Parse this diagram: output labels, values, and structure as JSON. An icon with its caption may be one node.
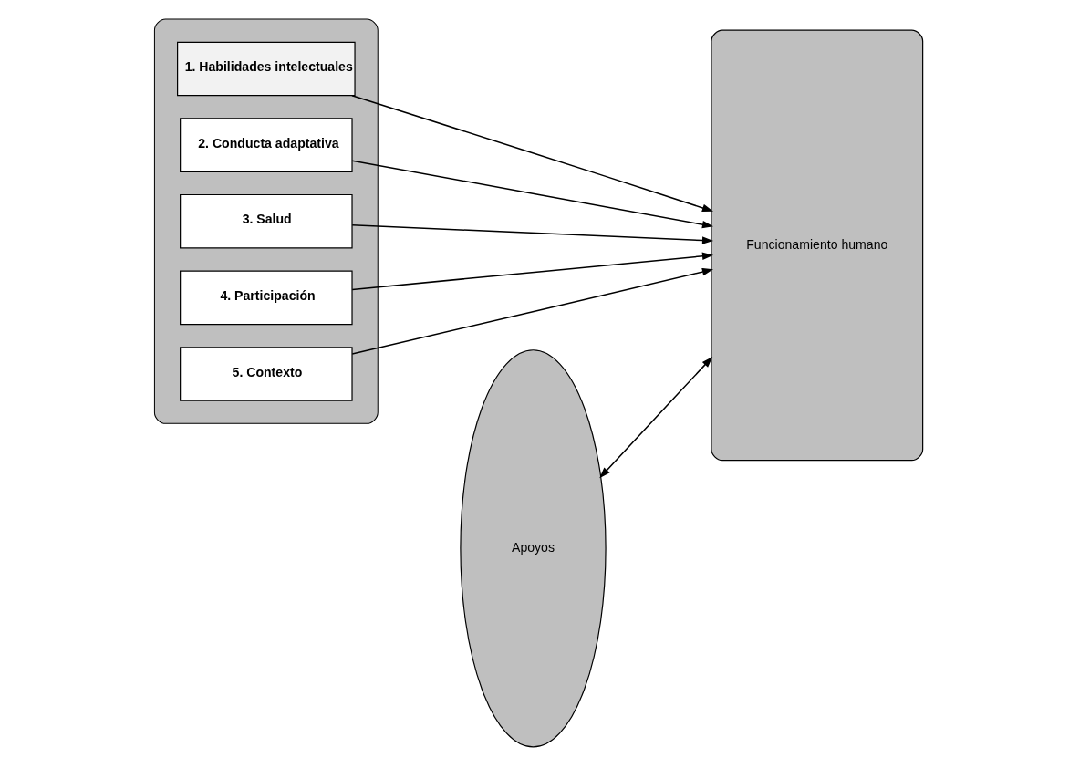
{
  "diagram": {
    "nodes": [
      {
        "text": [],
        "shape": "box"
      },
      {
        "text": [
          "1. Habilidades intelectuales"
        ],
        "in": 0
      },
      {
        "text": [
          "2. Conducta adaptativa"
        ],
        "in": 0
      },
      {
        "text": [
          "3. Salud"
        ],
        "in": 0
      },
      {
        "text": [
          "4. Participación"
        ],
        "in": 0
      },
      {
        "text": [
          "5. Contexto"
        ],
        "in": 0
      },
      {
        "text": [
          "Apoyos"
        ]
      },
      {
        "text": [
          "Funcionamiento humano"
        ]
      }
    ],
    "edges": [
      {
        "from": 1,
        "to": 7,
        "arrow": "to"
      },
      {
        "from": 2,
        "to": 7,
        "arrow": "to"
      },
      {
        "from": 3,
        "to": 7,
        "arrow": "to"
      },
      {
        "from": 4,
        "to": 7,
        "arrow": "to"
      },
      {
        "from": 5,
        "to": 7,
        "arrow": "to"
      },
      {
        "from": 6,
        "to": 7,
        "arrow": "both"
      }
    ]
  }
}
